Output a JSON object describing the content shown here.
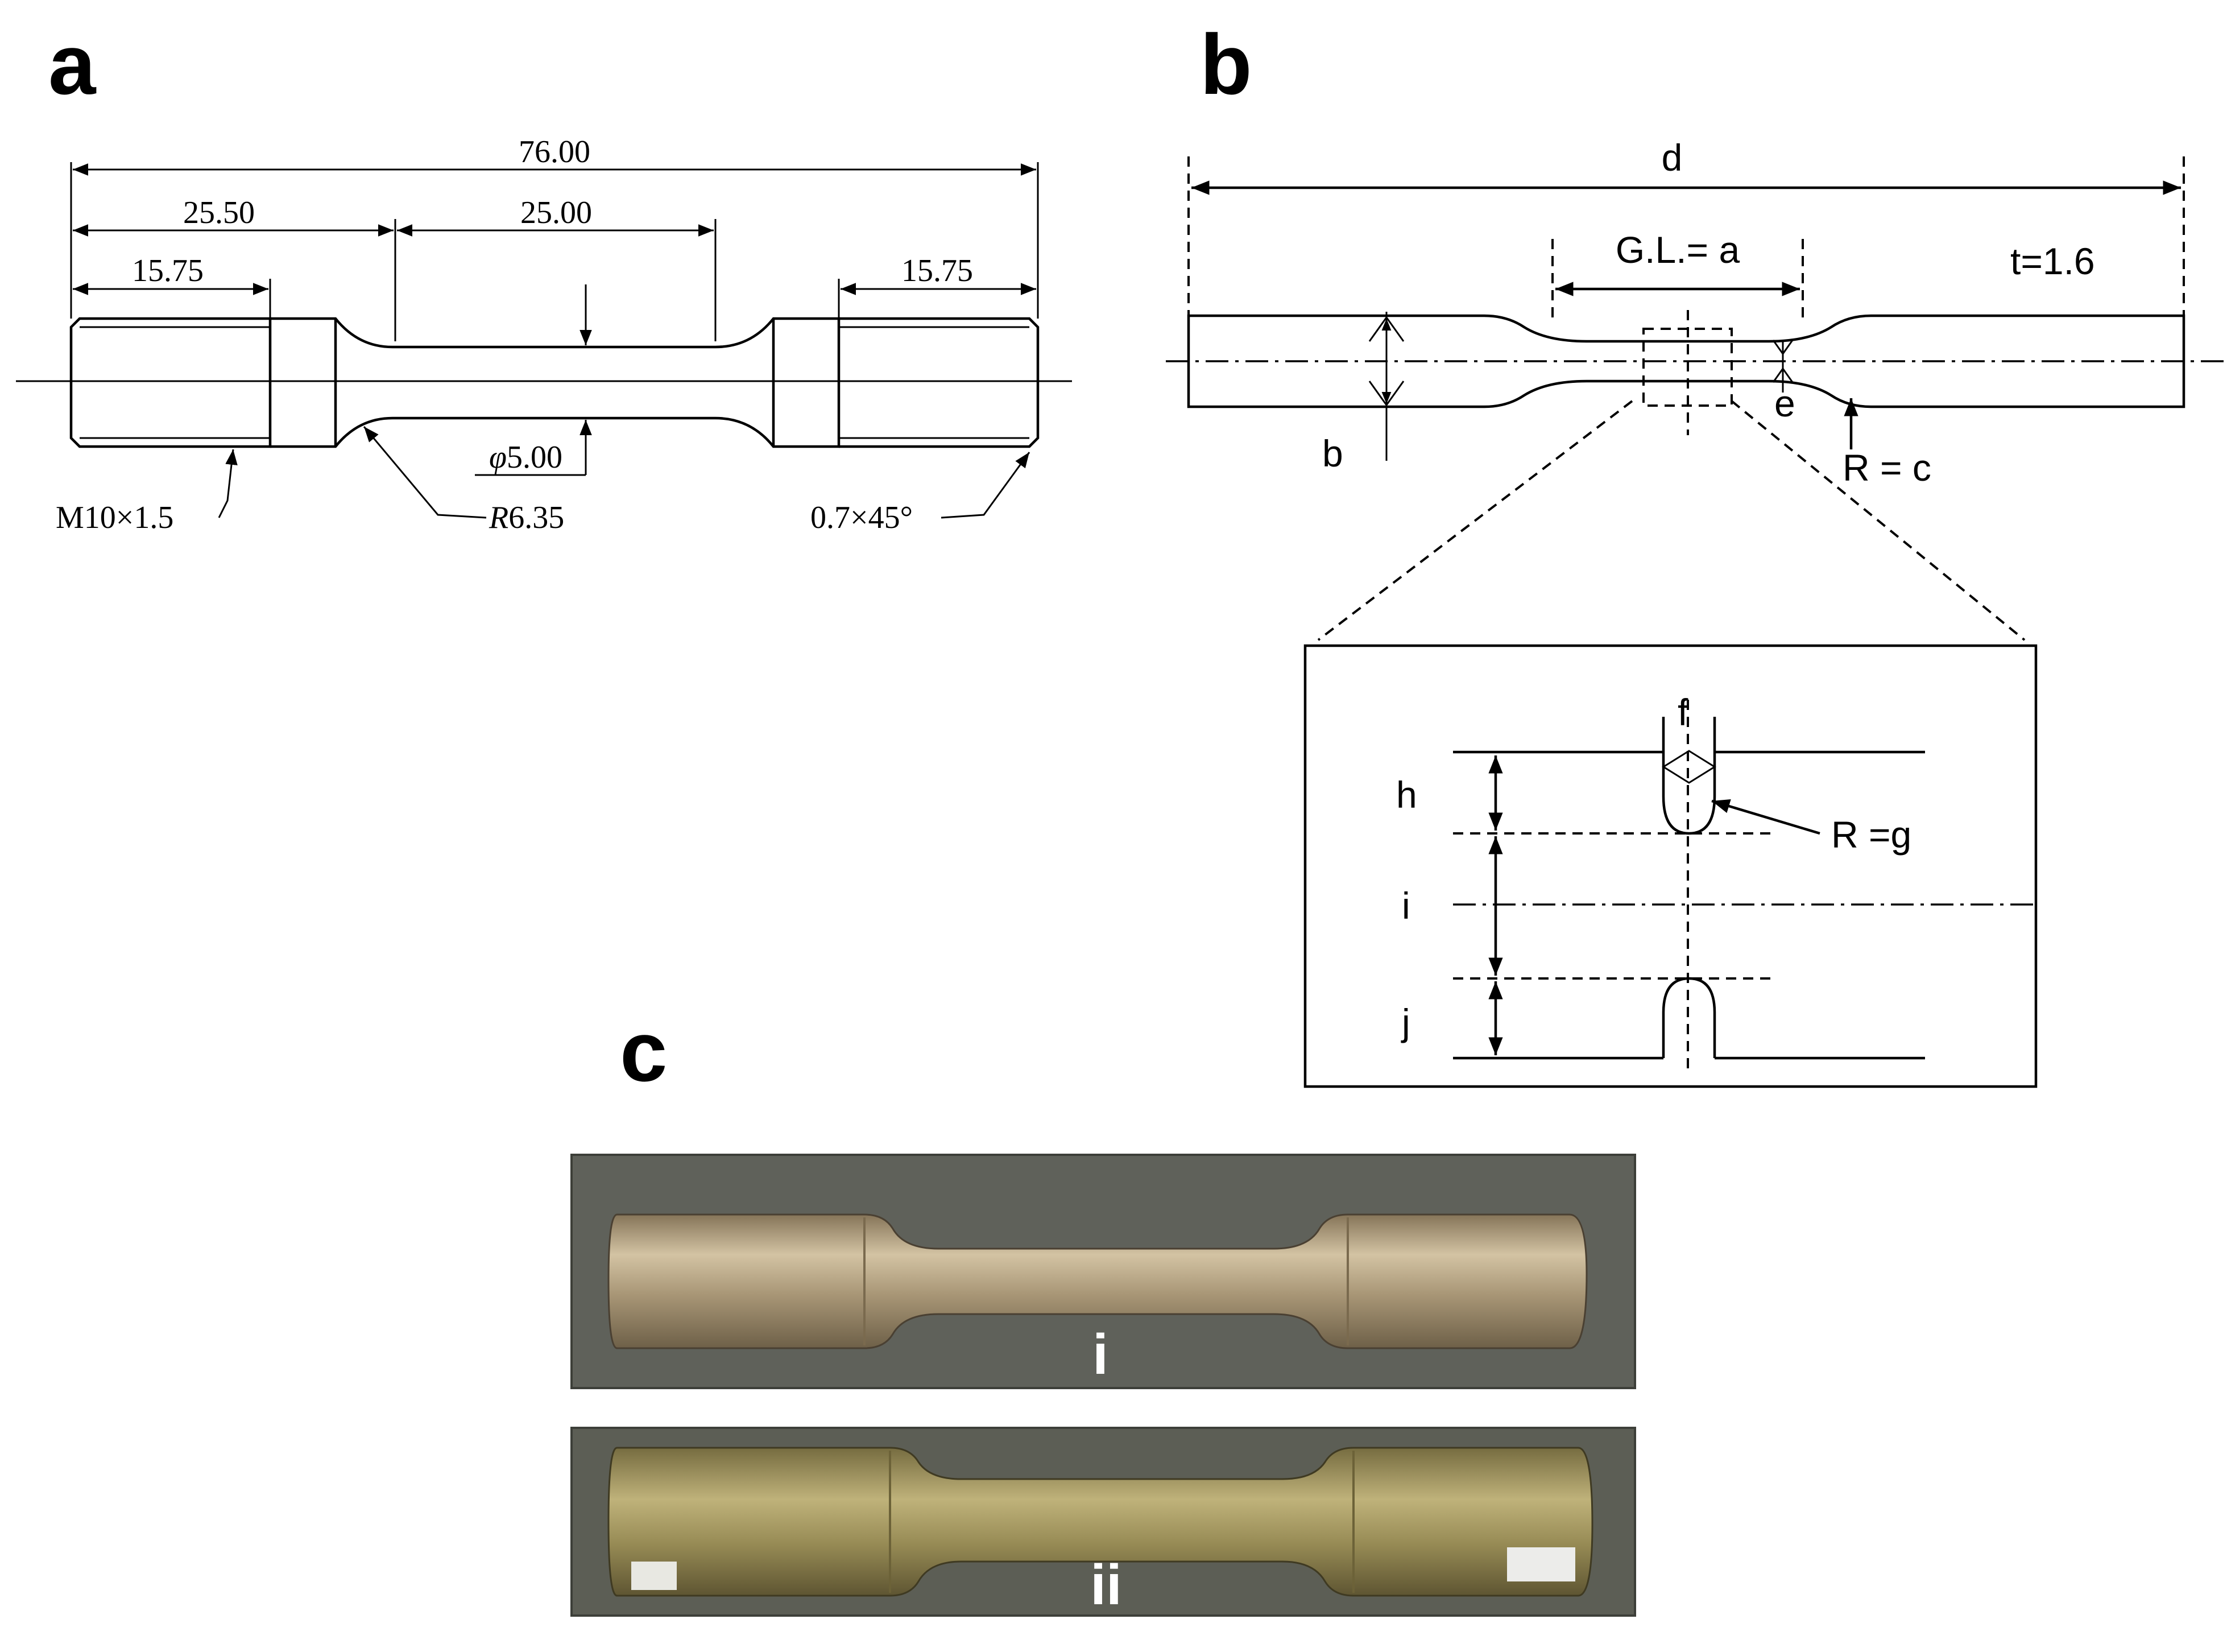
{
  "panels": {
    "a": {
      "letter": "a",
      "dim_overall": "76.00",
      "dim_left": "25.50",
      "dim_gauge": "25.00",
      "dim_thread_left": "15.75",
      "dim_thread_right": "15.75",
      "diameter_prefix": "φ",
      "diameter_value": "5.00",
      "thread_callout": "M10×1.5",
      "radius_prefix": "R",
      "radius_value": "6.35",
      "chamfer_callout": "0.7×45°"
    },
    "b": {
      "letter": "b",
      "label_d": "d",
      "label_gauge": "G.L.= a",
      "label_thickness": "t=1.6",
      "label_b": "b",
      "label_e": "e",
      "label_radius_c": "R = c",
      "detail": {
        "label_f": "f",
        "label_h": "h",
        "label_i": "i",
        "label_j": "j",
        "label_radius_g": "R =g"
      }
    },
    "c": {
      "letter": "c",
      "photo_i_label": "i",
      "photo_ii_label": "ii"
    }
  },
  "colors": {
    "line": "#000000",
    "photo_bg": "#5f615a",
    "specimen_i": "#b09f7c",
    "specimen_ii": "#9c9058"
  }
}
